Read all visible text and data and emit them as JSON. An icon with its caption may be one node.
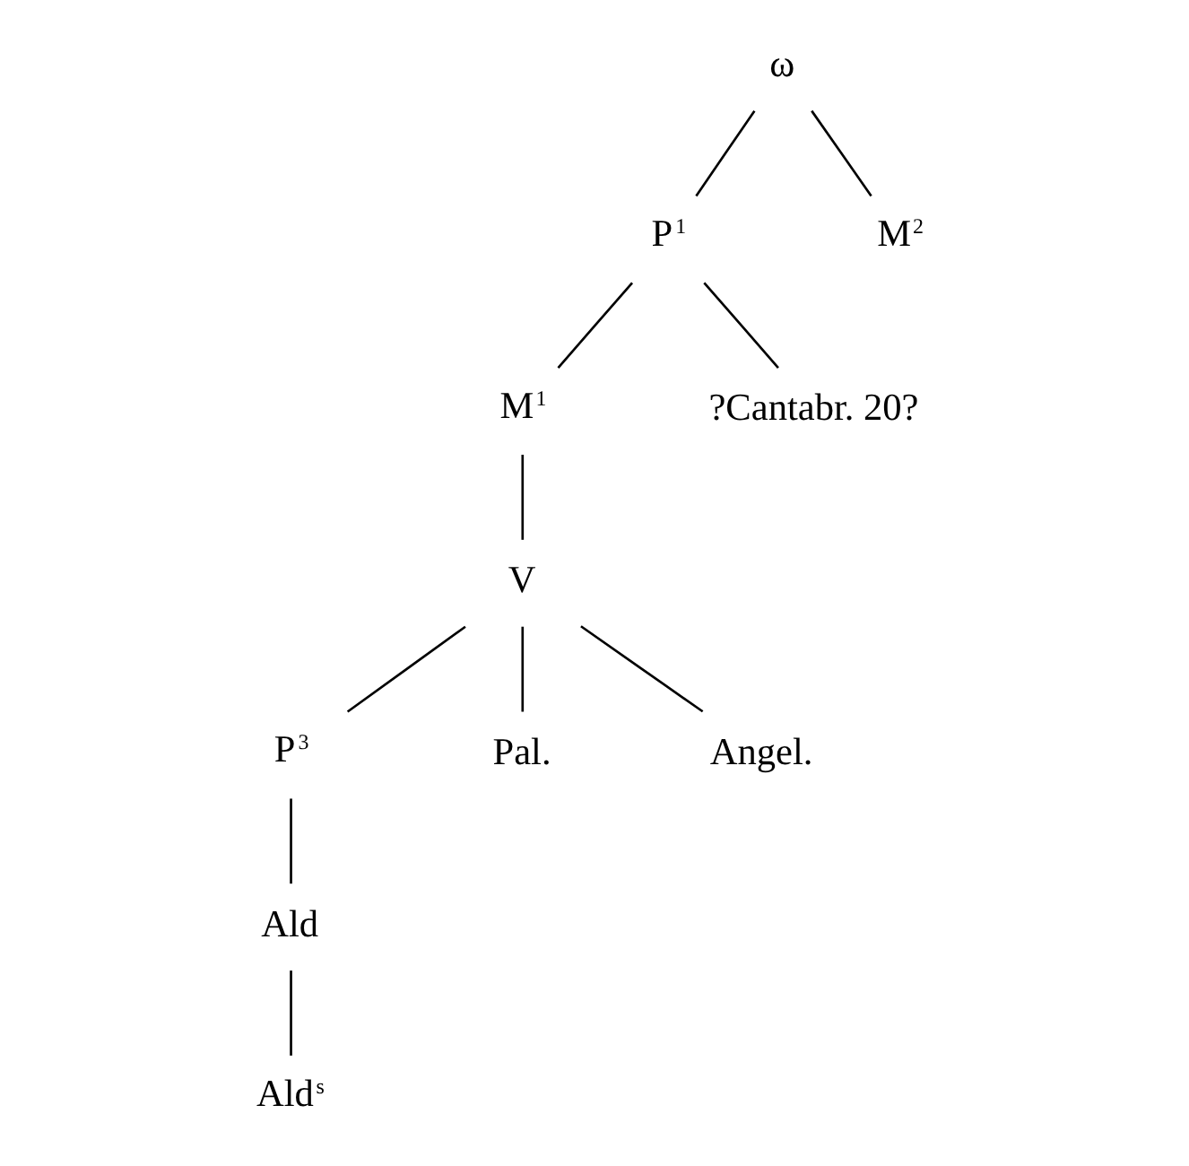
{
  "diagram": {
    "nodes": [
      {
        "text": [
          "ω"
        ]
      },
      {
        "text": [
          "P$^{1}$"
        ]
      },
      {
        "text": [
          "M$^{2}$"
        ]
      },
      {
        "text": [
          "M$^{1}$"
        ]
      },
      {
        "text": [
          "?Cantabr. 20?"
        ]
      },
      {
        "text": [
          "V"
        ]
      },
      {
        "text": [
          "P$^{3}$"
        ]
      },
      {
        "text": [
          "Pal."
        ]
      },
      {
        "text": [
          "Angel."
        ]
      },
      {
        "text": [
          "Ald"
        ]
      },
      {
        "text": [
          "Ald$^{s}$"
        ]
      }
    ],
    "edges": [
      {
        "from": 0,
        "to": 1,
        "arrow": "none"
      },
      {
        "from": 0,
        "to": 2,
        "arrow": "none"
      },
      {
        "from": 1,
        "to": 3,
        "arrow": "none"
      },
      {
        "from": 1,
        "to": 4,
        "arrow": "none"
      },
      {
        "from": 3,
        "to": 5,
        "arrow": "none"
      },
      {
        "from": 5,
        "to": 6,
        "arrow": "none"
      },
      {
        "from": 5,
        "to": 7,
        "arrow": "none"
      },
      {
        "from": 5,
        "to": 8,
        "arrow": "none"
      },
      {
        "from": 6,
        "to": 9,
        "arrow": "none"
      },
      {
        "from": 9,
        "to": 10,
        "arrow": "none"
      }
    ]
  }
}
